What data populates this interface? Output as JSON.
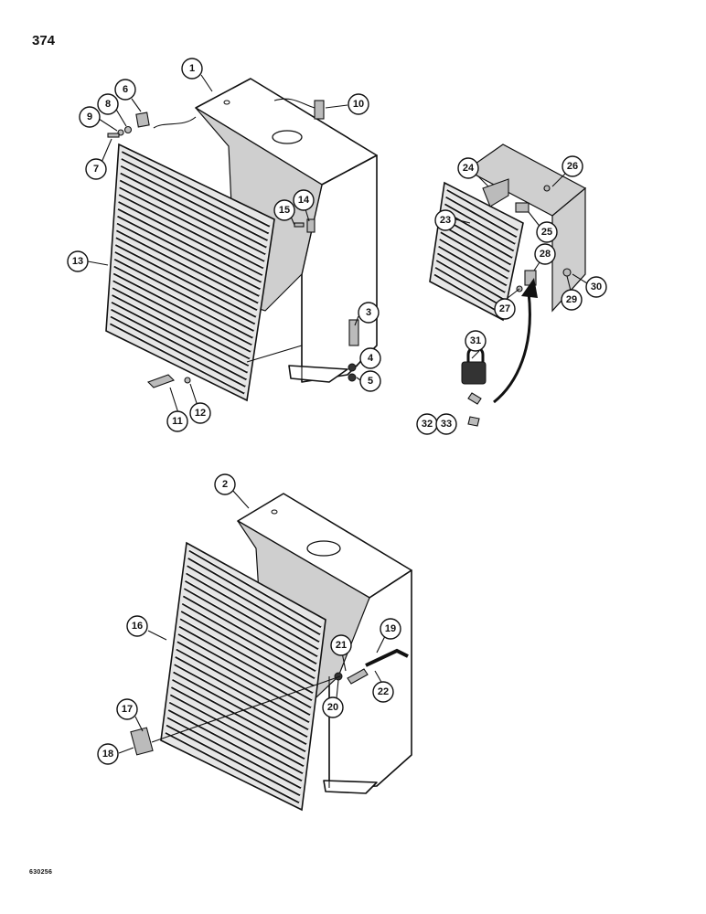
{
  "page_number": "374",
  "figure_id": "630256",
  "callouts": [
    "1",
    "2",
    "3",
    "4",
    "5",
    "6",
    "7",
    "8",
    "9",
    "10",
    "11",
    "12",
    "13",
    "14",
    "15",
    "16",
    "17",
    "18",
    "19",
    "20",
    "21",
    "22",
    "23",
    "24",
    "25",
    "26",
    "27",
    "28",
    "29",
    "30",
    "31",
    "32",
    "33"
  ]
}
